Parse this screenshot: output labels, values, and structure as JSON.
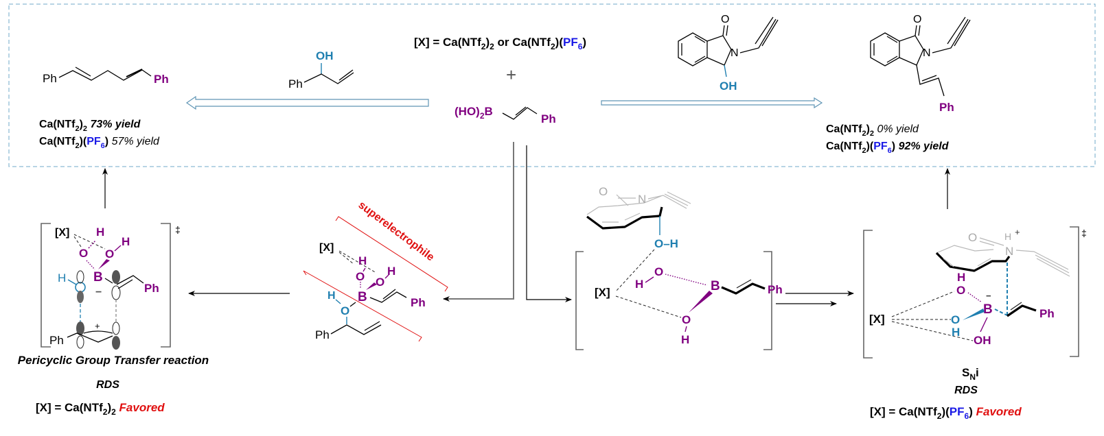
{
  "colors": {
    "purple": "#800080",
    "blue": "#1f7fb0",
    "pf6_blue": "#1a1ae6",
    "red": "#e01010",
    "box_dash": "#6fa8c8",
    "open_arrow": "#5f95b5"
  },
  "top_panel": {
    "catalyst_def": {
      "prefix": "[X] = Ca(NTf",
      "sub1": "2",
      "mid": ")",
      "sub2": "2",
      "or": " or Ca(NTf",
      "sub3": "2",
      "mid2": ")(",
      "pf": "PF",
      "pf_sub": "6",
      "close": ")"
    },
    "plus": "+",
    "boronic_acid": {
      "ho": "(HO)",
      "sub": "2",
      "b": "B",
      "ph": "Ph"
    },
    "allyl_alcohol": {
      "oh": "OH",
      "ph": "Ph"
    },
    "hydroxylactam": {
      "o": "O",
      "n": "N",
      "oh": "OH"
    },
    "left_product": {
      "ph_left": "Ph",
      "ph_right": "Ph",
      "yield1": {
        "cat": "Ca(NTf",
        "sub1": "2",
        "close": ")",
        "sub2": "2",
        "value": " 73% yield"
      },
      "yield2": {
        "cat": "Ca(NTf",
        "sub1": "2",
        "close": ")(",
        "pf": "PF",
        "pf_sub": "6",
        "close2": ")",
        "value": " 57% yield"
      }
    },
    "right_product": {
      "o": "O",
      "n": "N",
      "ph": "Ph",
      "yield1": {
        "cat": "Ca(NTf",
        "sub1": "2",
        "close": ")",
        "sub2": "2",
        "value": " 0% yield"
      },
      "yield2": {
        "cat": "Ca(NTf",
        "sub1": "2",
        "close": ")(",
        "pf": "PF",
        "pf_sub": "6",
        "close2": ")",
        "value": " 92% yield"
      }
    }
  },
  "left_ts": {
    "x": "[X]",
    "h1": "H",
    "h2": "H",
    "o1": "O",
    "o2": "O",
    "b": "B",
    "minus": "−",
    "h_blue": "H",
    "ph_right": "Ph",
    "ph_left": "Ph",
    "plus": "+",
    "dagger": "‡",
    "caption1": "Pericyclic Group Transfer reaction",
    "caption2": "RDS",
    "caption3": {
      "prefix": "[X] = Ca(NTf",
      "sub1": "2",
      "close": ")",
      "sub2": "2",
      "favored": " Favored"
    }
  },
  "middle_complex": {
    "label": "superelectrophile",
    "x": "[X]",
    "h1": "H",
    "h2": "H",
    "o1": "O",
    "o2": "O",
    "b": "B",
    "ph": "Ph",
    "h_blue": "H",
    "o_blue": "O",
    "ph_bottom": "Ph"
  },
  "right_complex": {
    "o_grey": "O",
    "n_grey": "N",
    "oh_blue": "O–H",
    "x": "[X]",
    "h1": "H",
    "o1": "O",
    "b": "B",
    "ph": "Ph",
    "o2": "O",
    "h2": "H"
  },
  "right_ts": {
    "o_grey": "O",
    "n_grey": "N",
    "h_grey": "H",
    "plus": "+",
    "h_purple": "H",
    "o_purple": "O",
    "minus": "−",
    "b": "B",
    "ph": "Ph",
    "x": "[X]",
    "o_blue": "O",
    "h_blue": "H",
    "oh": "OH",
    "dagger": "‡",
    "caption1": {
      "s": "S",
      "sub": "N",
      "i": "i"
    },
    "caption2": "RDS",
    "caption3": {
      "prefix": "[X] = Ca(NTf",
      "sub1": "2",
      "close": ")(",
      "pf": "PF",
      "pf_sub": "6",
      "close2": ")",
      "favored": " Favored"
    }
  }
}
